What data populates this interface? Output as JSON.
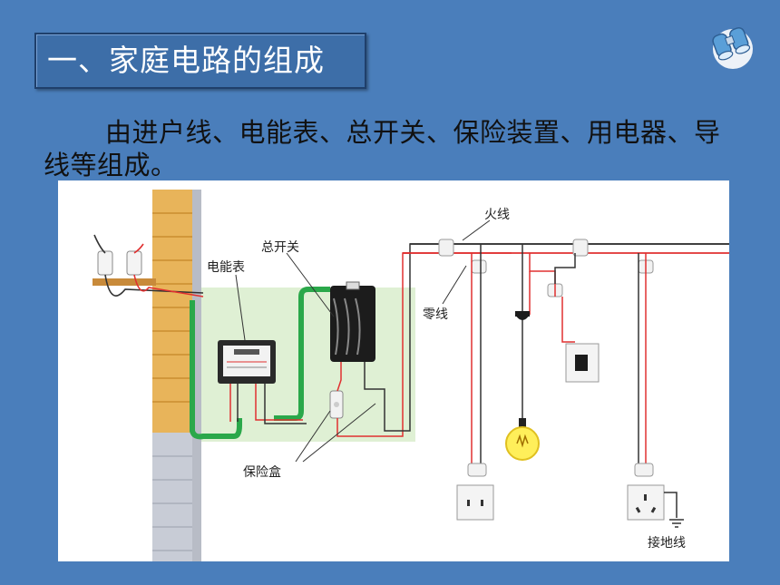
{
  "slide": {
    "title": "一、家庭电路的组成",
    "paragraph": "由进户线、电能表、总开关、保险装置、用电器、导线等组成。"
  },
  "diagram": {
    "labels": {
      "meter": "电能表",
      "main_switch": "总开关",
      "live_wire": "火线",
      "neutral_wire": "零线",
      "fuse_box": "保险盒",
      "ground_wire": "接地线"
    }
  },
  "colors": {
    "background": "#4a7ebb",
    "title_box": "#3d6ea8",
    "live_wire": "#e03030",
    "neutral_wire": "#333333",
    "entry_wire": "#2aa84a",
    "brick": "#e8b45a"
  }
}
